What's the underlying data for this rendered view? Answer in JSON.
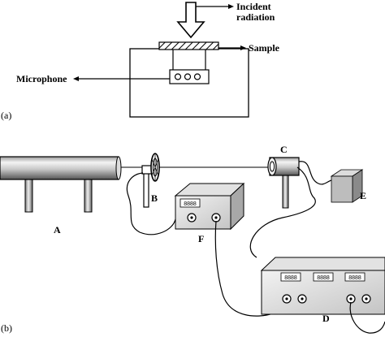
{
  "panel_a": {
    "panel_label": "(a)",
    "incident_label_line1": "Incident",
    "incident_label_line2": "radiation",
    "sample_label": "Sample",
    "microphone_label": "Microphone"
  },
  "panel_b": {
    "panel_label": "(b)",
    "labels": {
      "A": "A",
      "B": "B",
      "C": "C",
      "D": "D",
      "E": "E",
      "F": "F"
    },
    "display_F": "8888",
    "displays_D": [
      "8888",
      "8888",
      "8888"
    ]
  }
}
